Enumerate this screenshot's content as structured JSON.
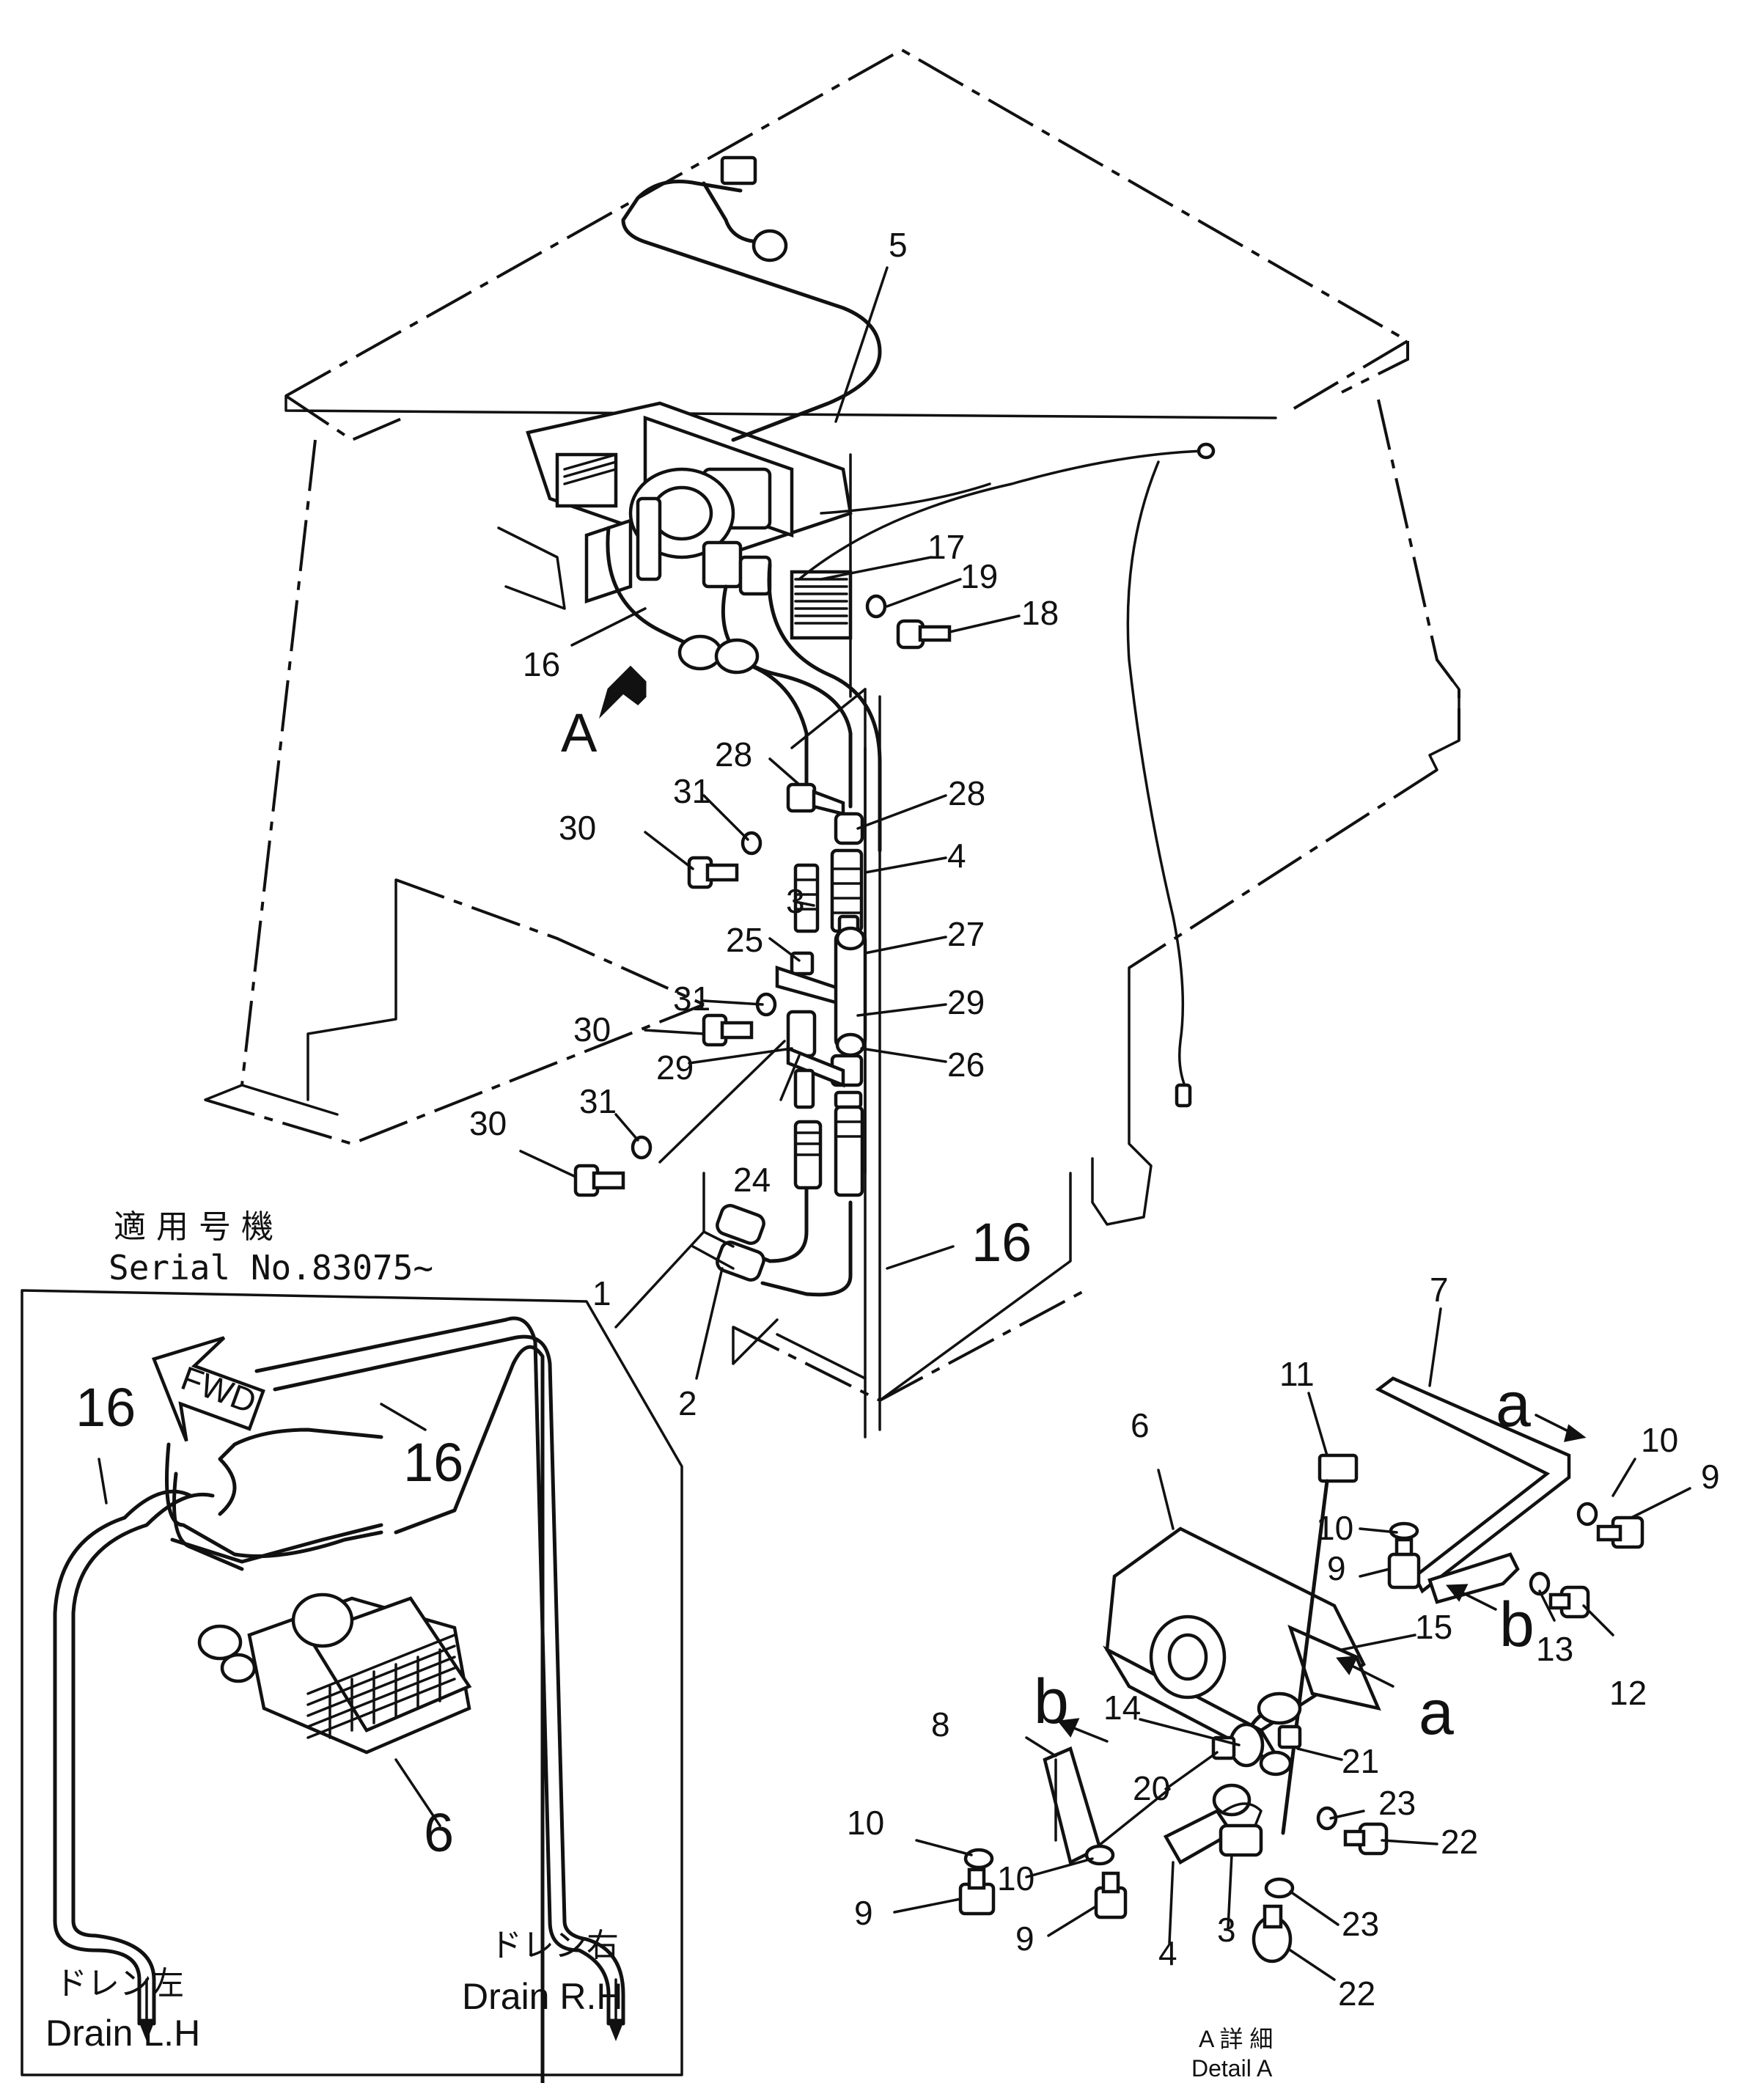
{
  "callouts": {
    "c1": "1",
    "c2": "2",
    "c3": "3",
    "c4": "4",
    "c5": "5",
    "c16": "16",
    "c17": "17",
    "c18": "18",
    "c19": "19",
    "c24": "24",
    "c25": "25",
    "c26": "26",
    "c27": "27",
    "c28a": "28",
    "c28b": "28",
    "c29a": "29",
    "c29b": "29",
    "c30a": "30",
    "c30b": "30",
    "c30c": "30",
    "c31a": "31",
    "c31b": "31",
    "c31c": "31",
    "c16big": "16",
    "view_a": "A"
  },
  "inset": {
    "serial_jp": "適 用 号 機",
    "serial_en": "Serial No.83075~",
    "fwd": "FWD",
    "hose_left": "16",
    "hose_top": "16",
    "heater": "6",
    "drain_left_jp": "ドレン左",
    "drain_left_en": "Drain L.H",
    "drain_right_jp": "ドレン右",
    "drain_right_en": "Drain R.H"
  },
  "detail": {
    "c3": "3",
    "c4": "4",
    "c6": "6",
    "c7": "7",
    "c8": "8",
    "c9a": "9",
    "c9b": "9",
    "c9c": "9",
    "c9d": "9",
    "c10a": "10",
    "c10b": "10",
    "c10c": "10",
    "c10d": "10",
    "c11": "11",
    "c12": "12",
    "c13": "13",
    "c14": "14",
    "c15": "15",
    "c20": "20",
    "c21": "21",
    "c22a": "22",
    "c22b": "22",
    "c23a": "23",
    "c23b": "23",
    "arrow_a_top": "a",
    "arrow_b_right": "b",
    "arrow_a_right": "a",
    "arrow_b_left": "b",
    "caption_jp": "A 詳 細",
    "caption_en": "Detail A"
  }
}
